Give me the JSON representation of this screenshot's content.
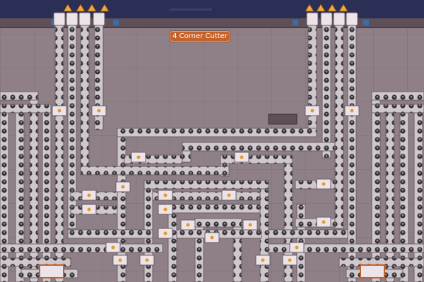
{
  "area_label": "4 Corner Cutter",
  "colors": {
    "space": "#2c2f55",
    "platform": "#8f7f86",
    "platform_grid": "#7d6e76",
    "platform_rim": "#5e4f58",
    "belt": "#c9c2c7",
    "belt_edge": "#6b5f66",
    "belt_roller": "#3a3a40",
    "machine": "#ece4e8",
    "accent": "#e39a2e",
    "label_bg": "#c7612a",
    "warning": "#f2a93b"
  },
  "icons": {
    "input_warning": "warning-triangle-icon",
    "belt_roller": "belt-roller-icon",
    "machine": "cutter-machine-icon",
    "platform_anchor": "anchor-square-icon"
  },
  "warnings": {
    "left_group_count": 4,
    "right_group_count": 4
  }
}
